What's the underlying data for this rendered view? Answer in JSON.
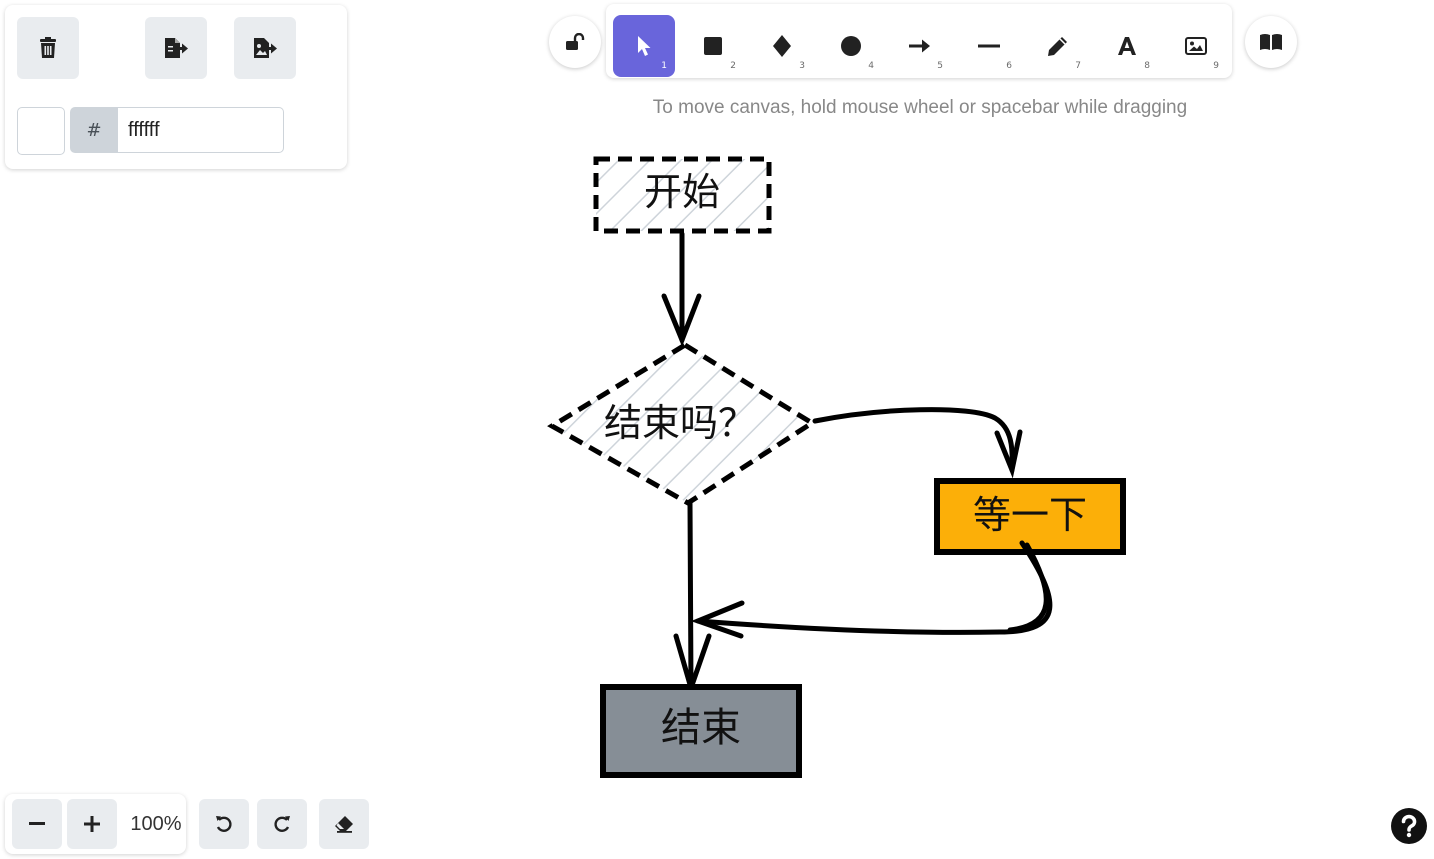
{
  "colors": {
    "accent": "#6965db",
    "button_bg": "#e9ecef",
    "wait_fill": "#fcaf08",
    "end_fill": "#868e96",
    "hatch": "#ced4da"
  },
  "left_panel": {
    "delete_icon": "trash-icon",
    "export_icon": "export-file-icon",
    "export_image_icon": "export-image-icon",
    "color_hash": "#",
    "color_value": "ffffff"
  },
  "toolbar": {
    "lock_icon": "unlock-icon",
    "tools": [
      {
        "name": "selection",
        "icon": "pointer-icon",
        "key": "1"
      },
      {
        "name": "rectangle",
        "icon": "square-icon",
        "key": "2"
      },
      {
        "name": "diamond",
        "icon": "diamond-icon",
        "key": "3"
      },
      {
        "name": "ellipse",
        "icon": "circle-icon",
        "key": "4"
      },
      {
        "name": "arrow",
        "icon": "arrow-icon",
        "key": "5"
      },
      {
        "name": "line",
        "icon": "line-icon",
        "key": "6"
      },
      {
        "name": "draw",
        "icon": "pencil-icon",
        "key": "7"
      },
      {
        "name": "text",
        "icon": "text-icon",
        "key": "8"
      },
      {
        "name": "image",
        "icon": "image-icon",
        "key": "9"
      }
    ],
    "library_icon": "book-icon"
  },
  "hint": "To move canvas, hold mouse wheel or spacebar while dragging",
  "canvas": {
    "start_label": "开始",
    "decision_label": "结束吗？",
    "wait_label": "等一下",
    "end_label": "结束"
  },
  "footer": {
    "zoom_out_icon": "minus-icon",
    "zoom_in_icon": "plus-icon",
    "zoom_level": "100%",
    "undo_icon": "undo-icon",
    "redo_icon": "redo-icon",
    "eraser_icon": "eraser-icon",
    "help_icon": "help-icon"
  }
}
